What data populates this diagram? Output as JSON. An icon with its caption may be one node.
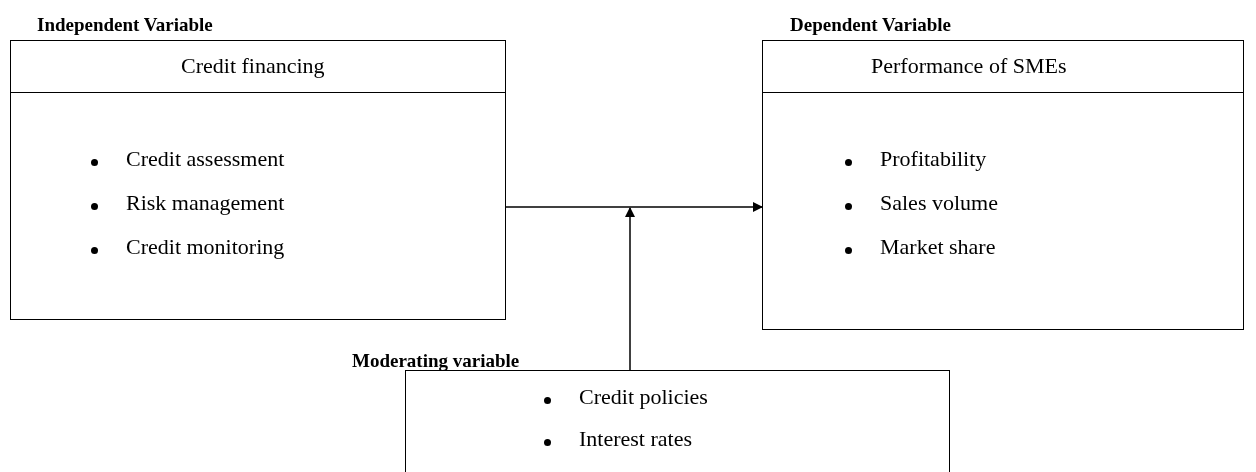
{
  "diagram": {
    "nodes": [
      {
        "text": [
          "Independent Variable",
          "Credit financing",
          "Credit assessment",
          "Risk management",
          "Credit monitoring"
        ]
      },
      {
        "text": [
          "Dependent Variable",
          "Performance of SMEs",
          "Profitability",
          "Sales volume",
          "Market share"
        ]
      },
      {
        "text": [
          "Moderating variable",
          "Credit policies",
          "Interest rates"
        ]
      }
    ],
    "edges": [
      {
        "from": 0,
        "to": 1,
        "arrow": "to"
      },
      {
        "from": 2,
        "to": null,
        "arrow": "to"
      }
    ]
  }
}
